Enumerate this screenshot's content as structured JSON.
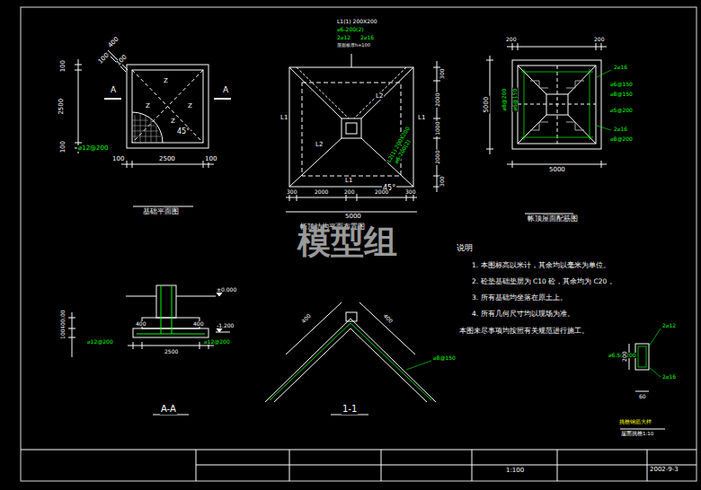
{
  "diagram": {
    "labels": [
      "400",
      "100",
      "100",
      "100",
      "2500",
      "100",
      "A",
      "A",
      "Z",
      "Z",
      "Z",
      "Z",
      "45°",
      "⌀12@200",
      "100",
      "2500",
      "100",
      "基础平面图",
      "L1(1)  200X200",
      "⌀6-200(2)",
      "2⌀12",
      "2⌀16",
      "屋面板厚h=100",
      "L1",
      "L1",
      "L1",
      "L2",
      "L2",
      "L2(1) 200X200",
      "⌀6-200(2)",
      "45°",
      "300",
      "2000",
      "200",
      "2000",
      "300",
      "5000",
      "300",
      "2000",
      "1000",
      "2000",
      "300",
      "帐顶结构平面布置图",
      "200",
      "200",
      "5000",
      "5000",
      "⌀8@200",
      "⌀6@150",
      "2⌀16",
      "⌀6@150",
      "⌀8@150",
      "⌀5@200",
      "2⌀16",
      "⌀8@200",
      "帐顶屋面配筋图",
      "模型组",
      "说明",
      "1. 本图标高以米计，其余均以毫米为单位。",
      "2. 砼垫基础垫层为  C10 砼，其余均为  C20 。",
      "3. 所有基础均坐落在原土上。",
      "4. 所有几何尺寸均以现场为准。",
      "本图未尽事项均按照有关规范进行施工。",
      "±0.000",
      "-1.200",
      "100",
      "400",
      "100",
      "400",
      "400",
      "⌀12@200",
      "⌀12@200",
      "2500",
      "A-A",
      "400",
      "400",
      "⌀8@150",
      "1-1",
      "2⌀12",
      "⌀6.5@200",
      "2⌀16",
      "200",
      "60",
      "挑檐钢筋大样",
      "屋面挑檐1:10",
      "1:100",
      "2002-9-3"
    ]
  }
}
